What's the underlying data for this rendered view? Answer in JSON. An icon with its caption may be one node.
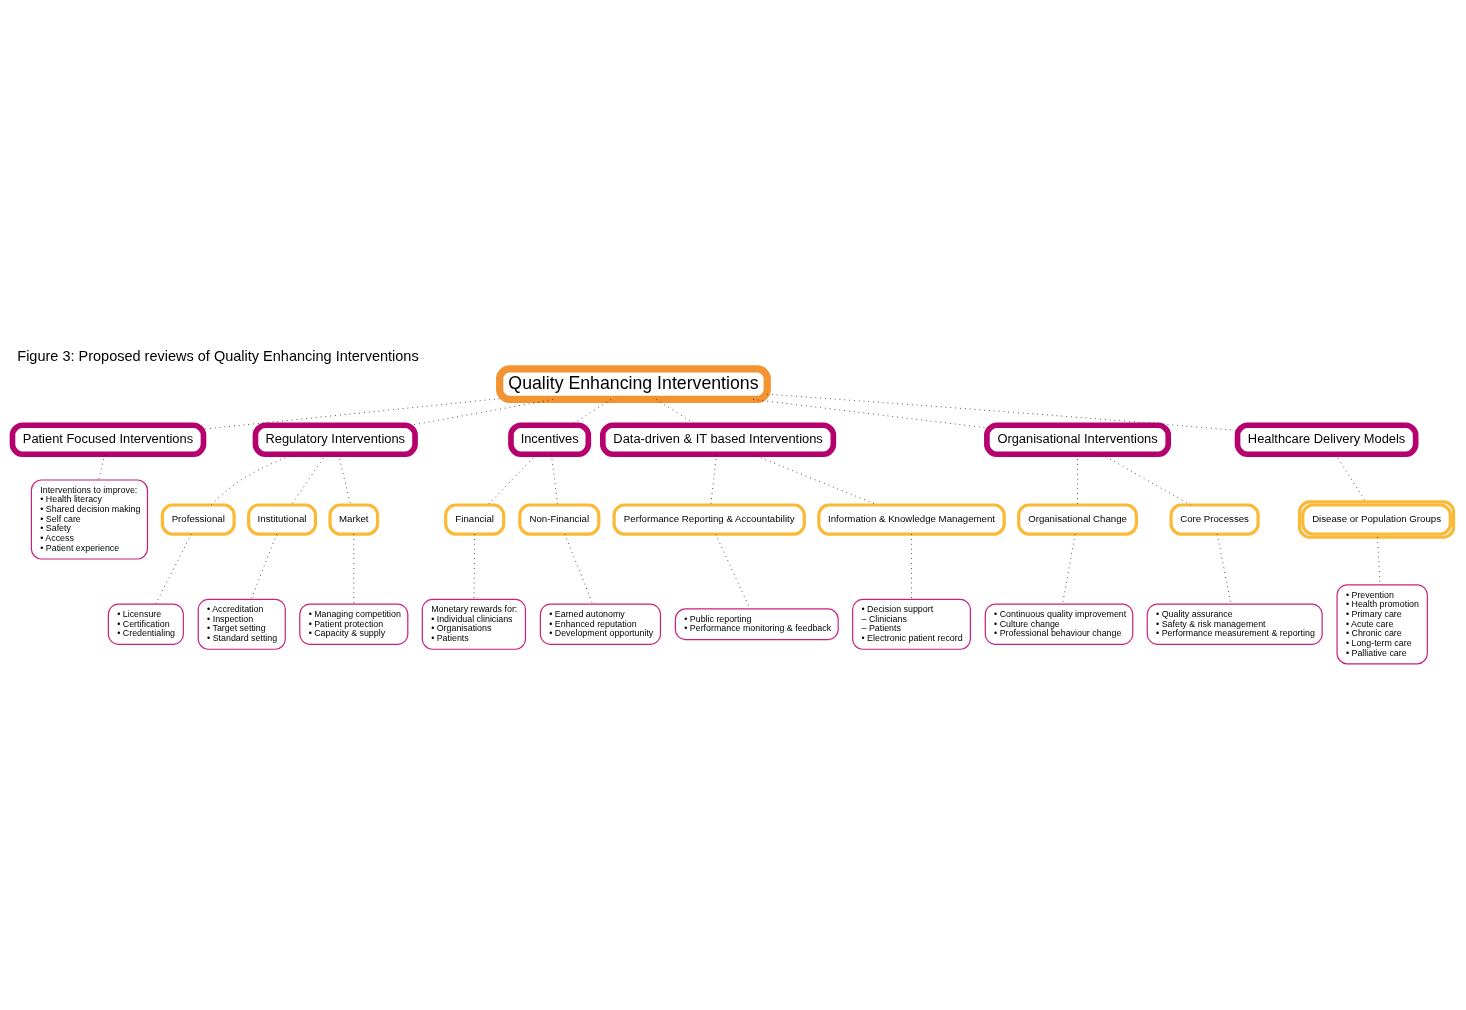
{
  "diagram": {
    "title": "Figure 3: Proposed reviews of Quality Enhancing Interventions",
    "nodes": [
      {
        "text": [
          "Quality Enhancing Interventions"
        ]
      },
      {
        "text": [
          "Patient Focused Interventions"
        ]
      },
      {
        "text": [
          "Regulatory Interventions"
        ]
      },
      {
        "text": [
          "Incentives"
        ]
      },
      {
        "text": [
          "Data-driven & IT based Interventions"
        ]
      },
      {
        "text": [
          "Organisational Interventions"
        ]
      },
      {
        "text": [
          "Healthcare Delivery Models"
        ]
      },
      {
        "text": [
          "Professional"
        ]
      },
      {
        "text": [
          "Financial"
        ]
      },
      {
        "text": [
          "Non-Financial"
        ]
      },
      {
        "text": [
          "Organisational Change"
        ]
      },
      {
        "text": [
          "Core Processes"
        ]
      },
      {
        "text": [
          "Disease or Population Groups"
        ]
      },
      {
        "text": [
          "Institutional"
        ]
      },
      {
        "text": [
          "Market"
        ]
      },
      {
        "text": [
          "Performance Reporting & Accountability"
        ]
      },
      {
        "text": [
          "Information & Knowledge Management"
        ]
      },
      {
        "text": [
          "Interventions to improve:",
          "• Health literacy",
          "• Shared decision making",
          "• Self care",
          "• Safety",
          "• Access",
          "• Patient experience"
        ]
      },
      {
        "text": [
          "• Licensure",
          "• Certification",
          "• Credentialing"
        ]
      },
      {
        "text": [
          "• Accreditation",
          "• Inspection",
          "• Target setting",
          "• Standard setting"
        ]
      },
      {
        "text": [
          "• Managing competition",
          "• Patient protection",
          "• Capacity & supply"
        ]
      },
      {
        "text": [
          "Monetary rewards for:",
          "• Individual clinicians",
          "• Organisations",
          "• Patients"
        ]
      },
      {
        "text": [
          "• Earned autonomy",
          "• Enhanced reputation",
          "• Development opportunity"
        ]
      },
      {
        "text": [
          "• Public reporting",
          "• Performance monitoring & feedback"
        ]
      },
      {
        "text": [
          "• Decision support",
          "– Clinicians",
          "– Patients",
          "• Electronic patient record"
        ]
      },
      {
        "text": [
          "• Continuous quality improvement",
          "• Culture change",
          "• Professional behaviour change"
        ]
      },
      {
        "text": [
          "• Quality assurance",
          "• Safety & risk management",
          "• Performance measurement & reporting"
        ]
      },
      {
        "text": [
          "• Prevention",
          "• Health promotion",
          "• Primary care",
          "• Acute care",
          "• Chronic care",
          "• Long-term care",
          "• Palliative care"
        ]
      }
    ],
    "edges": [
      {
        "from": 0,
        "to": 1,
        "arrow": "none",
        "style": "dashed"
      },
      {
        "from": 0,
        "to": 2,
        "arrow": "none",
        "style": "dashed"
      },
      {
        "from": 0,
        "to": 3,
        "arrow": "none",
        "style": "dashed"
      },
      {
        "from": 0,
        "to": 4,
        "arrow": "none",
        "style": "dashed"
      },
      {
        "from": 0,
        "to": 5,
        "arrow": "none",
        "style": "dashed"
      },
      {
        "from": 0,
        "to": 6,
        "arrow": "none",
        "style": "dashed"
      },
      {
        "from": 1,
        "to": 17,
        "arrow": "none",
        "style": "dashed"
      },
      {
        "from": 2,
        "to": 13,
        "arrow": "none",
        "style": "dashed"
      },
      {
        "from": 2,
        "to": 7,
        "arrow": "none",
        "style": "dashed"
      },
      {
        "from": 2,
        "to": 14,
        "arrow": "none",
        "style": "dashed"
      },
      {
        "from": 3,
        "to": 8,
        "arrow": "none",
        "style": "dashed"
      },
      {
        "from": 3,
        "to": 9,
        "arrow": "none",
        "style": "dashed"
      },
      {
        "from": 4,
        "to": 15,
        "arrow": "none",
        "style": "dashed"
      },
      {
        "from": 4,
        "to": 16,
        "arrow": "none",
        "style": "dashed"
      },
      {
        "from": 5,
        "to": 10,
        "arrow": "none",
        "style": "dashed"
      },
      {
        "from": 5,
        "to": 11,
        "arrow": "none",
        "style": "dashed"
      },
      {
        "from": 6,
        "to": 12,
        "arrow": "none",
        "style": "dashed"
      },
      {
        "from": 7,
        "to": 18,
        "arrow": "none",
        "style": "dashed"
      },
      {
        "from": 13,
        "to": 19,
        "arrow": "none",
        "style": "dashed"
      },
      {
        "from": 14,
        "to": 20,
        "arrow": "none",
        "style": "dashed"
      },
      {
        "from": 8,
        "to": 21,
        "arrow": "none",
        "style": "dashed"
      },
      {
        "from": 9,
        "to": 22,
        "arrow": "none",
        "style": "dashed"
      },
      {
        "from": 15,
        "to": 23,
        "arrow": "none",
        "style": "dashed"
      },
      {
        "from": 16,
        "to": 24,
        "arrow": "none",
        "style": "dashed"
      },
      {
        "from": 10,
        "to": 25,
        "arrow": "none",
        "style": "dashed"
      },
      {
        "from": 11,
        "to": 26,
        "arrow": "none",
        "style": "dashed"
      },
      {
        "from": 12,
        "to": 27,
        "arrow": "none",
        "style": "dashed"
      }
    ]
  }
}
